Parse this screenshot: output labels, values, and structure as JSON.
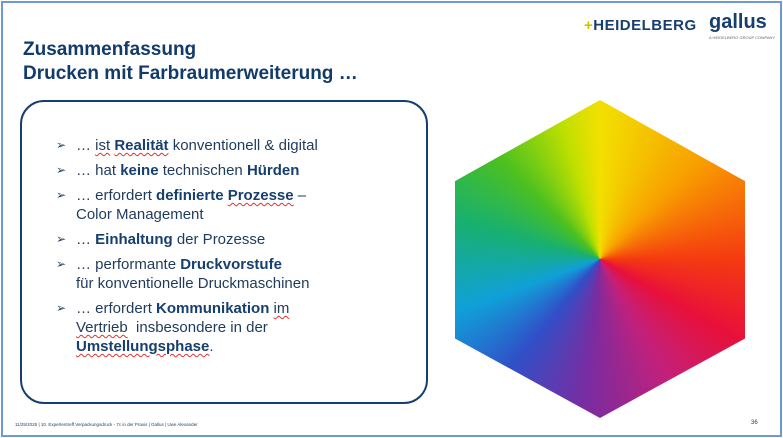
{
  "title": {
    "line1": "Zusammenfassung",
    "line2": "Drucken mit Farbraumerweiterung …"
  },
  "logos": {
    "heidelberg": "HEIDELBERG",
    "gallus": "gallus",
    "gallus_sub": "A HEIDELBERG GROUP COMPANY"
  },
  "bullets": [
    {
      "a": "… ",
      "b": "ist",
      "c": " ",
      "d": "Realität",
      "e": " konventionell & digital"
    },
    {
      "a": "… hat ",
      "b": "keine",
      "c": " technischen ",
      "d": "Hürden"
    },
    {
      "a": "… erfordert ",
      "b": "definierte",
      "c": " ",
      "d": "Prozesse",
      "e": " –",
      "f": "Color Management"
    },
    {
      "a": "… ",
      "b": "Einhaltung",
      "c": " der Prozesse"
    },
    {
      "a": "… performante ",
      "b": "Druckvorstufe",
      "f": "für konventionelle Druckmaschinen"
    },
    {
      "a": "… erfordert ",
      "b": "Kommunikation",
      "c": " ",
      "d": "im",
      "f1": "Vertrieb",
      "f2": "  insbesondere in der",
      "g": "Umstellungsphase",
      "h": "."
    }
  ],
  "footer": {
    "text": "11/25/2025 | 10. Expertentreff Verpackungsdruck - 7c in der Praxis | Gallus | Uwe Alexander",
    "page": "36"
  }
}
